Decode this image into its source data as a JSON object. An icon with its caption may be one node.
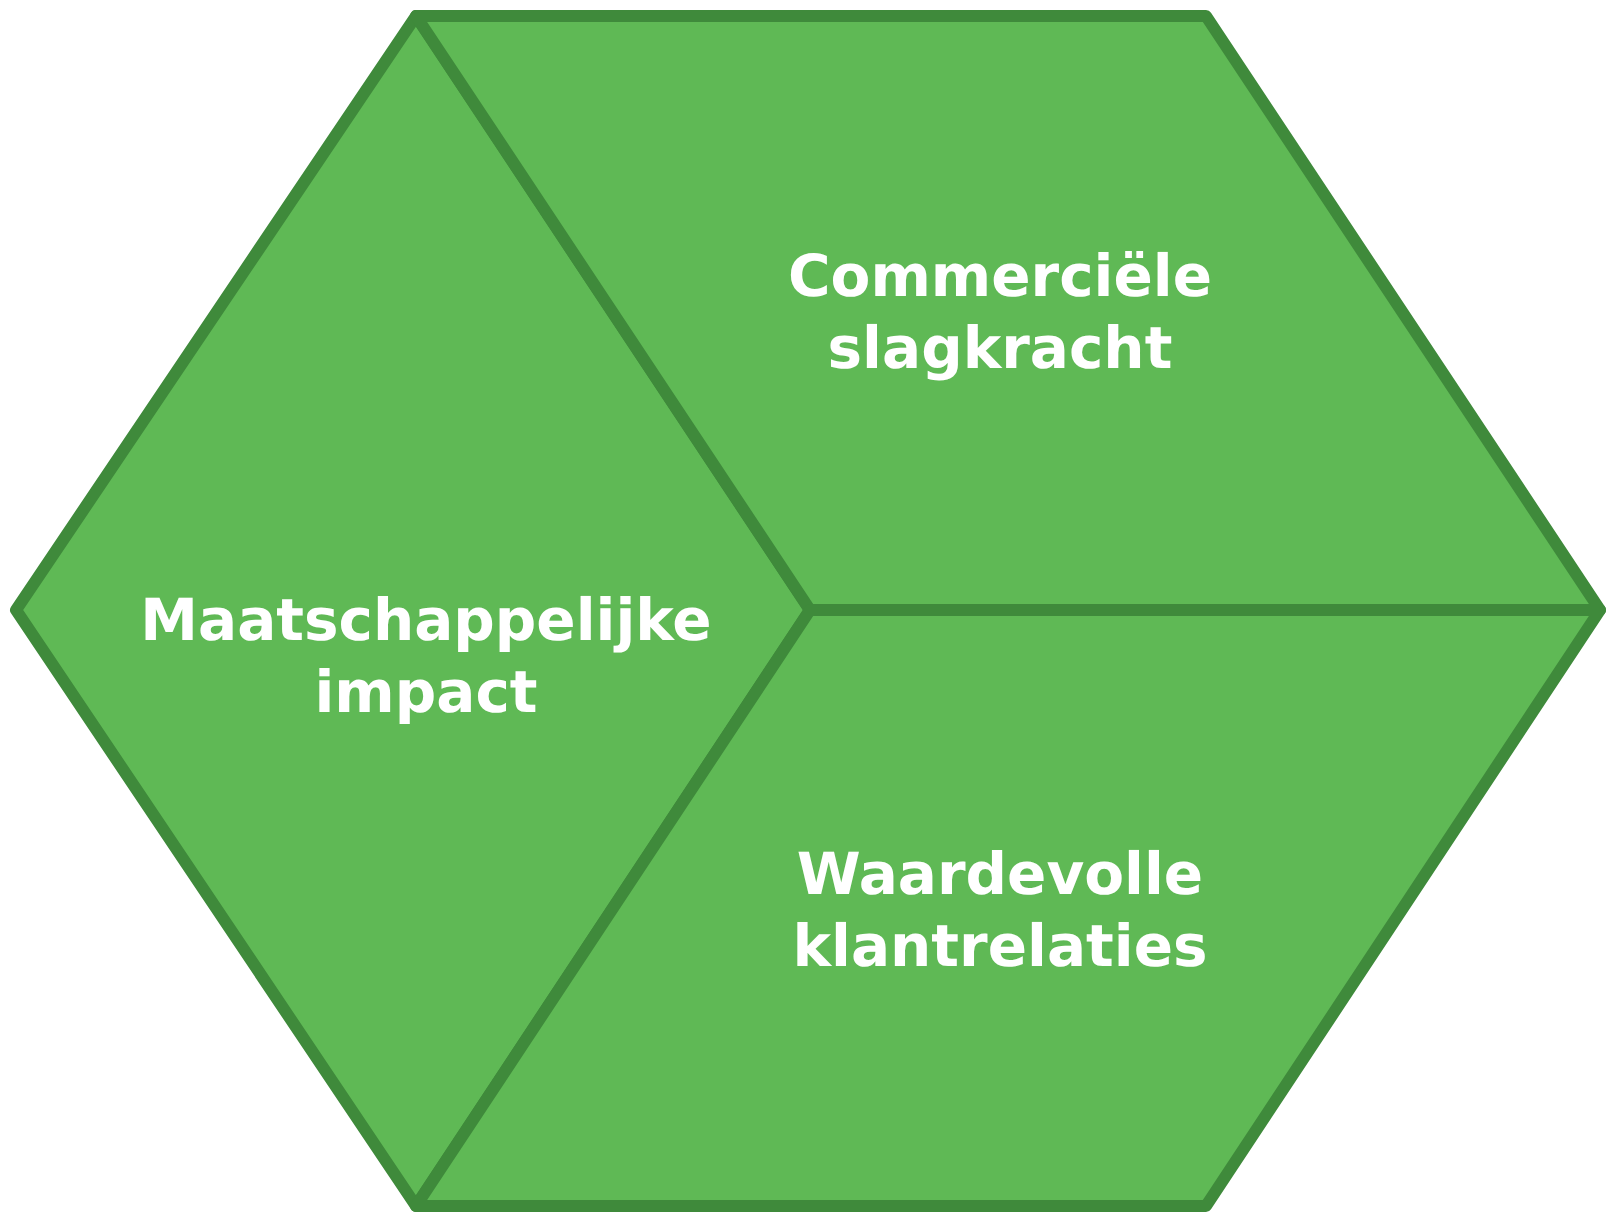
{
  "diagram": {
    "nodes": [
      {
        "text": [
          "Maatschappelijke impact"
        ]
      },
      {
        "text": [
          "Commerciële slagkracht"
        ]
      },
      {
        "text": [
          "Waardevolle klantrelaties"
        ]
      }
    ]
  }
}
